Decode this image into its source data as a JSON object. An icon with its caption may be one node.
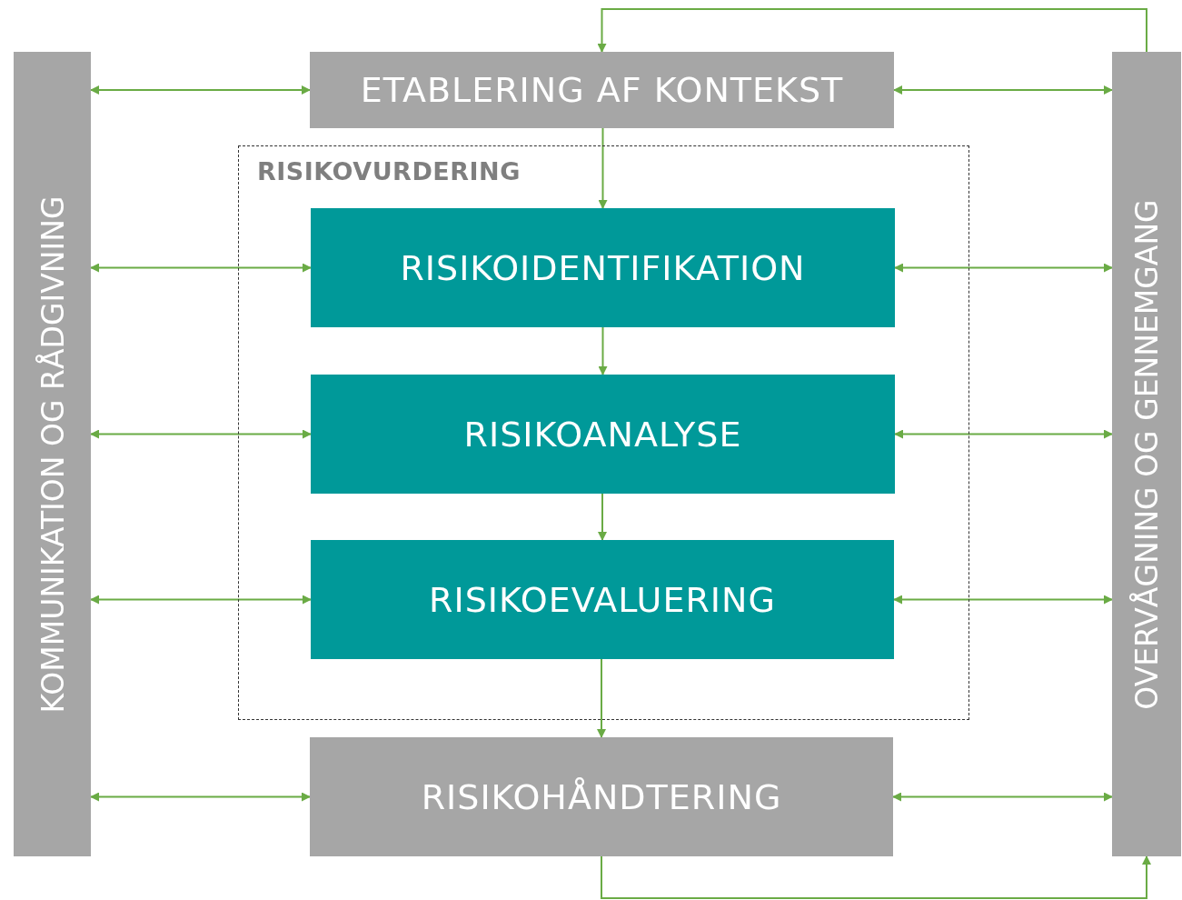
{
  "diagram": {
    "nodes": [
      {
        "text": [
          "KOMMUNIKATION OG RÅDGIVNING"
        ]
      },
      {
        "text": [
          "ETABLERING AF KONTEKST"
        ]
      },
      {
        "text": [
          "RISIKOVURDERING"
        ]
      },
      {
        "text": [
          "RISIKOIDENTIFIKATION"
        ],
        "in": 2
      },
      {
        "text": [
          "RISIKOANALYSE"
        ],
        "in": 2
      },
      {
        "text": [
          "RISIKOEVALUERING"
        ],
        "in": 2
      },
      {
        "text": [
          "RISIKOHÅNDTERING"
        ]
      },
      {
        "text": [
          "OVERVÅGNING OG GENNEMGANG"
        ]
      }
    ],
    "edges": [
      {
        "from": 0,
        "to": 1,
        "arrow": "both"
      },
      {
        "from": 1,
        "to": 7,
        "arrow": "both"
      },
      {
        "from": 1,
        "to": 3,
        "arrow": "to"
      },
      {
        "from": 0,
        "to": 3,
        "arrow": "both"
      },
      {
        "from": 3,
        "to": 7,
        "arrow": "both"
      },
      {
        "from": 3,
        "to": 4,
        "arrow": "to"
      },
      {
        "from": 0,
        "to": 4,
        "arrow": "both"
      },
      {
        "from": 4,
        "to": 7,
        "arrow": "both"
      },
      {
        "from": 4,
        "to": 5,
        "arrow": "to"
      },
      {
        "from": 0,
        "to": 5,
        "arrow": "both"
      },
      {
        "from": 5,
        "to": 7,
        "arrow": "both"
      },
      {
        "from": 5,
        "to": 6,
        "arrow": "to"
      },
      {
        "from": 0,
        "to": 6,
        "arrow": "both"
      },
      {
        "from": 6,
        "to": 7,
        "arrow": "both"
      },
      {
        "from": 7,
        "to": 1,
        "arrow": "to"
      },
      {
        "from": 6,
        "to": 7,
        "arrow": "to"
      }
    ]
  }
}
